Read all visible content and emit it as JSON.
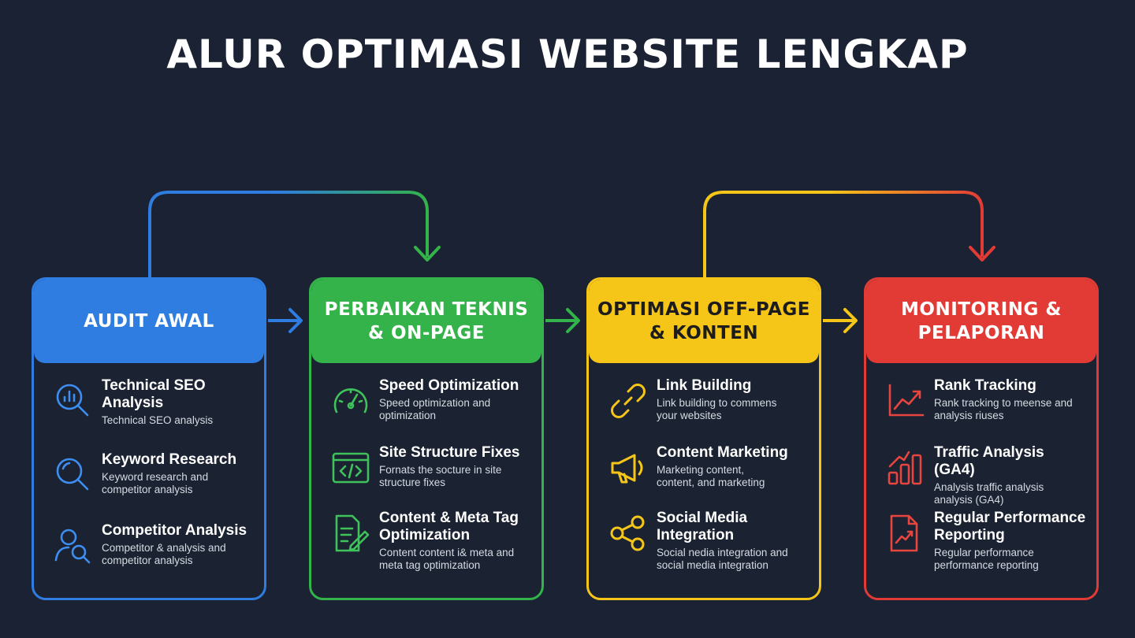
{
  "title": "ALUR OPTIMASI WEBSITE LENGKAP",
  "colors": {
    "blue": "#2f7de1",
    "green": "#33b34a",
    "yellow": "#f5c518",
    "red": "#e23b36",
    "background": "#1a2233"
  },
  "stages": [
    {
      "heading": "AUDIT AWAL",
      "items": [
        {
          "icon": "analysis-magnifier-icon",
          "title": "Technical SEO\nAnalysis",
          "desc": "Technical SEO analysis"
        },
        {
          "icon": "search-icon",
          "title": "Keyword Research",
          "desc": "Keyword research and\ncompetitor analysis"
        },
        {
          "icon": "user-search-icon",
          "title": "Competitor Analysis",
          "desc": "Competitor & analysis and\ncompetitor analysis"
        }
      ]
    },
    {
      "heading": "PERBAIKAN TEKNIS\n& ON-PAGE",
      "items": [
        {
          "icon": "speedometer-icon",
          "title": "Speed Optimization",
          "desc": "Speed optimization and\noptimization"
        },
        {
          "icon": "code-window-icon",
          "title": "Site Structure Fixes",
          "desc": "Fornats the socture in site\nstructure fixes"
        },
        {
          "icon": "document-edit-icon",
          "title": "Content & Meta Tag\nOptimization",
          "desc": "Content content i& meta and\nmeta tag optimization"
        }
      ]
    },
    {
      "heading": "OPTIMASI OFF-PAGE\n& KONTEN",
      "items": [
        {
          "icon": "link-icon",
          "title": "Link Building",
          "desc": "Link building to commens\nyour websites"
        },
        {
          "icon": "megaphone-icon",
          "title": "Content Marketing",
          "desc": "Marketing content,\ncontent, and marketing"
        },
        {
          "icon": "share-icon",
          "title": "Social Media\nIntegration",
          "desc": "Social nedia integration and\nsocial media integration"
        }
      ]
    },
    {
      "heading": "MONITORING &\nPELAPORAN",
      "items": [
        {
          "icon": "trend-line-icon",
          "title": "Rank Tracking",
          "desc": "Rank tracking to meense and\nanalysis riuses"
        },
        {
          "icon": "bar-chart-icon",
          "title": "Traffic Analysis (GA4)",
          "desc": "Analysis traffic analysis\nanalysis (GA4)"
        },
        {
          "icon": "report-icon",
          "title": "Regular Performance\nReporting",
          "desc": "Regular performance\nperformance reporting"
        }
      ]
    }
  ]
}
